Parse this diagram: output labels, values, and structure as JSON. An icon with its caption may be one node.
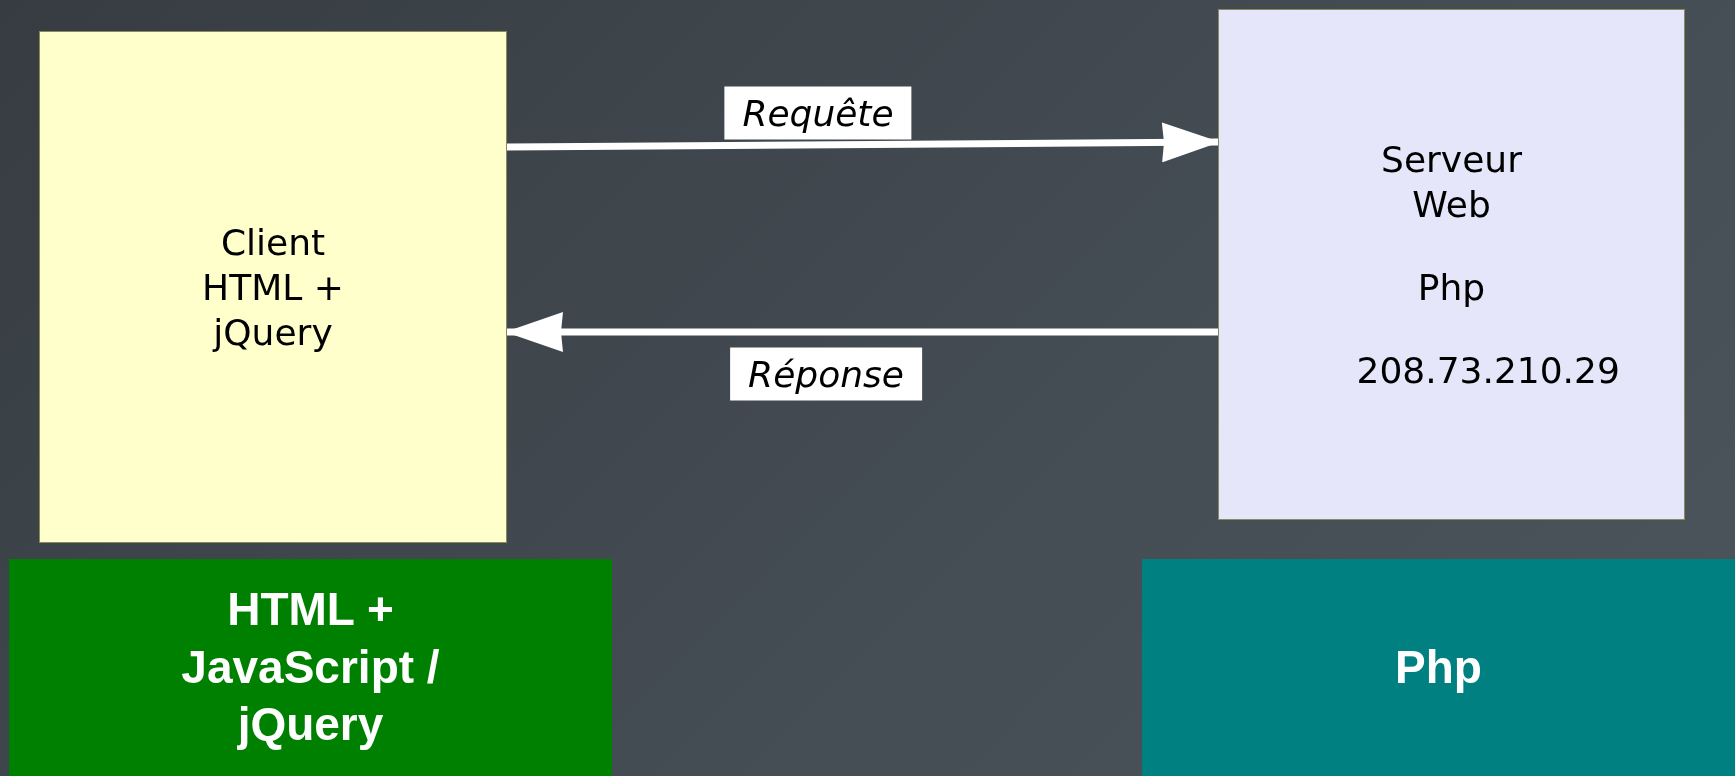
{
  "diagram": {
    "nodes": [
      {
        "text": [
          "Client HTML + jQuery"
        ]
      },
      {
        "text": [
          "Serveur Web",
          "Php",
          "208.73.210.29"
        ]
      },
      {
        "text": [
          "HTML + JavaScript / jQuery"
        ]
      },
      {
        "text": [
          "Php"
        ]
      }
    ],
    "edges": [
      {
        "from": 0,
        "to": 1,
        "arrow": "to",
        "label": "Requête"
      },
      {
        "from": 1,
        "to": 0,
        "arrow": "to",
        "label": "Réponse"
      }
    ]
  }
}
